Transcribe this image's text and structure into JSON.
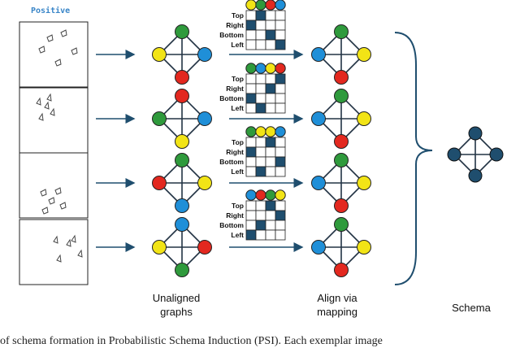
{
  "positive_label": "Positive",
  "labels": {
    "unaligned": "Unaligned\ngraphs",
    "align": "Align via\nmapping",
    "schema": "Schema"
  },
  "caption": "of schema formation in Probabilistic Schema Induction (PSI). Each exemplar image",
  "row_labels": [
    "Top",
    "Right",
    "Bottom",
    "Left"
  ],
  "colors": {
    "blue": "#1f8fd8",
    "red": "#e3281f",
    "green": "#2f9a3c",
    "yellow": "#f2e416",
    "schema_node": "#1f4e6e",
    "filled_cell": "#1f4e6e",
    "arrow": "#1f4e6e",
    "edge": "#223344"
  },
  "aligned_graph": {
    "top": "green",
    "left": "blue",
    "right": "yellow",
    "bottom": "red"
  },
  "exemplars": [
    {
      "unaligned": {
        "top": "green",
        "left": "yellow",
        "right": "blue",
        "bottom": "red"
      },
      "matrix_header": [
        "yellow",
        "green",
        "red",
        "blue"
      ],
      "matrix": [
        [
          0,
          1,
          0,
          0
        ],
        [
          1,
          0,
          0,
          0
        ],
        [
          0,
          0,
          1,
          0
        ],
        [
          0,
          0,
          0,
          1
        ]
      ]
    },
    {
      "unaligned": {
        "top": "red",
        "left": "green",
        "right": "blue",
        "bottom": "yellow"
      },
      "matrix_header": [
        "green",
        "blue",
        "yellow",
        "red"
      ],
      "matrix": [
        [
          0,
          0,
          0,
          1
        ],
        [
          0,
          0,
          1,
          0
        ],
        [
          1,
          0,
          0,
          0
        ],
        [
          0,
          1,
          0,
          0
        ]
      ]
    },
    {
      "unaligned": {
        "top": "green",
        "left": "red",
        "right": "yellow",
        "bottom": "blue"
      },
      "matrix_header": [
        "green",
        "yellow",
        "yellow",
        "blue"
      ],
      "matrix": [
        [
          0,
          0,
          1,
          0
        ],
        [
          1,
          0,
          0,
          0
        ],
        [
          0,
          0,
          0,
          1
        ],
        [
          0,
          1,
          0,
          0
        ]
      ]
    },
    {
      "unaligned": {
        "top": "blue",
        "left": "yellow",
        "right": "red",
        "bottom": "green"
      },
      "matrix_header": [
        "blue",
        "red",
        "green",
        "yellow"
      ],
      "matrix": [
        [
          0,
          0,
          1,
          0
        ],
        [
          0,
          0,
          0,
          1
        ],
        [
          0,
          1,
          0,
          0
        ],
        [
          1,
          0,
          0,
          0
        ]
      ]
    }
  ]
}
